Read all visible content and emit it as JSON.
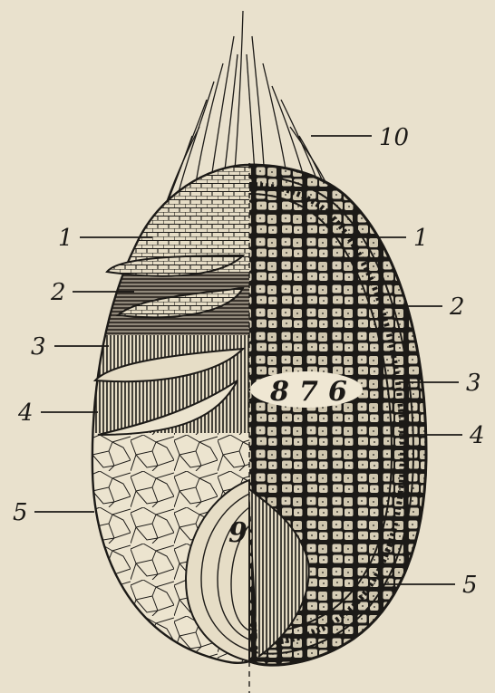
{
  "colors": {
    "paper": "#e9e1cd",
    "ink": "#1c1a17"
  },
  "labels_left": [
    "1",
    "2",
    "3",
    "4",
    "5"
  ],
  "labels_right": [
    "1",
    "2",
    "3",
    "4",
    "5"
  ],
  "label_top": "10",
  "inner_labels": [
    "8",
    "7",
    "6"
  ],
  "embryo_label": "9"
}
